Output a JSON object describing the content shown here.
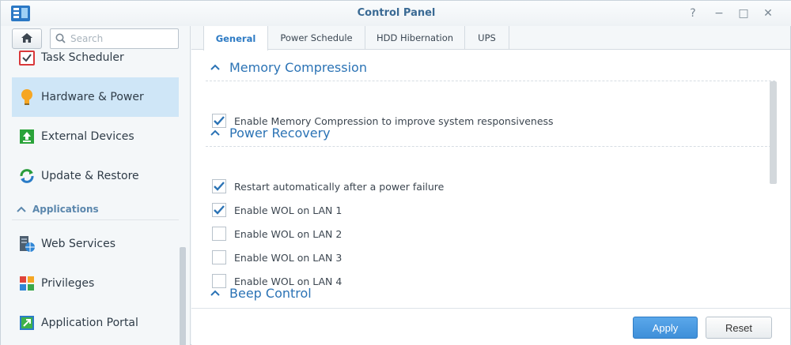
{
  "window": {
    "title": "Control Panel",
    "help_label": "?",
    "minimize_label": "−",
    "maximize_label": "□",
    "close_label": "✕"
  },
  "search": {
    "placeholder": "Search"
  },
  "sidebar": {
    "items": [
      {
        "label": "Task Scheduler",
        "icon": "calendar-check-icon"
      },
      {
        "label": "Hardware & Power",
        "icon": "lightbulb-icon",
        "active": true
      },
      {
        "label": "External Devices",
        "icon": "upload-device-icon"
      },
      {
        "label": "Update & Restore",
        "icon": "refresh-icon"
      }
    ],
    "section": {
      "label": "Applications"
    },
    "app_items": [
      {
        "label": "Web Services",
        "icon": "server-globe-icon"
      },
      {
        "label": "Privileges",
        "icon": "grid-lock-icon"
      },
      {
        "label": "Application Portal",
        "icon": "portal-arrow-icon"
      }
    ]
  },
  "tabs": [
    {
      "label": "General",
      "active": true
    },
    {
      "label": "Power Schedule"
    },
    {
      "label": "HDD Hibernation"
    },
    {
      "label": "UPS"
    }
  ],
  "sections": {
    "memory": {
      "title": "Memory Compression",
      "options": [
        {
          "label": "Enable Memory Compression to improve system responsiveness",
          "checked": true
        }
      ]
    },
    "power": {
      "title": "Power Recovery",
      "options": [
        {
          "label": "Restart automatically after a power failure",
          "checked": true
        },
        {
          "label": "Enable WOL on LAN 1",
          "checked": true
        },
        {
          "label": "Enable WOL on LAN 2",
          "checked": false
        },
        {
          "label": "Enable WOL on LAN 3",
          "checked": false
        },
        {
          "label": "Enable WOL on LAN 4",
          "checked": false
        }
      ]
    },
    "beep": {
      "title": "Beep Control"
    }
  },
  "footer": {
    "apply_label": "Apply",
    "reset_label": "Reset"
  },
  "colors": {
    "accent": "#2b73b5",
    "active_bg": "#cfe6f7",
    "primary_button": "#3e8fd9"
  }
}
